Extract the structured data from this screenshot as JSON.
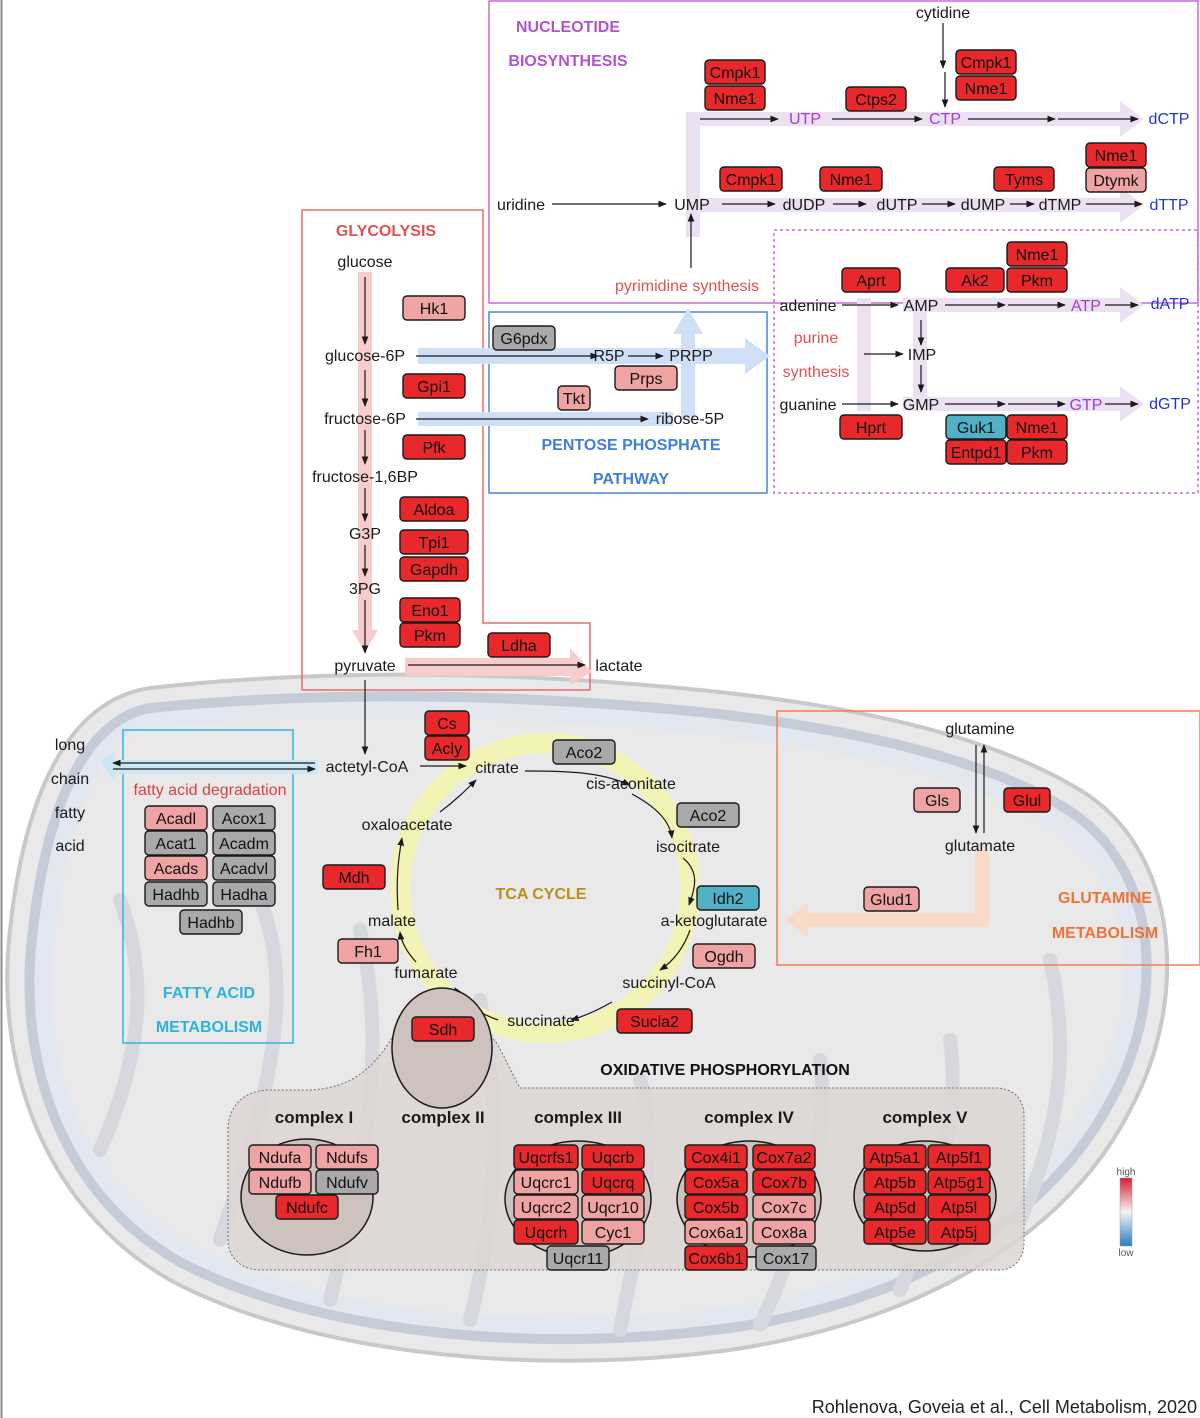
{
  "colors": {
    "high": "#e8282b",
    "mid": "#f0a3a3",
    "none": "#a9a9ab",
    "low": "#4fb0c6",
    "purple": "#a43bd6",
    "blue_text": "#2437c8",
    "glyco_red": "#e05656",
    "ppp_blue": "#3f7fd6",
    "fa_cyan": "#2ab4de",
    "tca_gold": "#b8901a",
    "glut_orange": "#f07238"
  },
  "sections": {
    "nucleotide_1": "NUCLEOTIDE",
    "nucleotide_2": "BIOSYNTHESIS",
    "glycolysis": "GLYCOLYSIS",
    "ppp_1": "PENTOSE PHOSPHATE",
    "ppp_2": "PATHWAY",
    "fatty_1": "FATTY ACID",
    "fatty_2": "METABOLISM",
    "tca": "TCA CYCLE",
    "glutamine_1": "GLUTAMINE",
    "glutamine_2": "METABOLISM",
    "oxphos": "OXIDATIVE PHOSPHORYLATION"
  },
  "complexes": {
    "c1": "complex I",
    "c2": "complex II",
    "c3": "complex III",
    "c4": "complex IV",
    "c5": "complex V"
  },
  "metabolites": {
    "cytidine": "cytidine",
    "UTP": "UTP",
    "CTP": "CTP",
    "dCTP": "dCTP",
    "uridine": "uridine",
    "UMP": "UMP",
    "dUDP": "dUDP",
    "dUTP": "dUTP",
    "dUMP": "dUMP",
    "dTMP": "dTMP",
    "dTTP": "dTTP",
    "pyrimidine_synthesis": "pyrimidine synthesis",
    "adenine": "adenine",
    "AMP": "AMP",
    "ATP": "ATP",
    "dATP": "dATP",
    "purine": "purine",
    "synthesis": "synthesis",
    "IMP": "IMP",
    "guanine": "guanine",
    "GMP": "GMP",
    "GTP": "GTP",
    "dGTP": "dGTP",
    "glucose": "glucose",
    "glucose6P": "glucose-6P",
    "R5P": "R5P",
    "PRPP": "PRPP",
    "fructose6P": "fructose-6P",
    "ribose5P": "ribose-5P",
    "fructose16BP": "fructose-1,6BP",
    "G3P": "G3P",
    "3PG": "3PG",
    "pyruvate": "pyruvate",
    "lactate": "lactate",
    "long": "long",
    "chain": "chain",
    "fatty": "fatty",
    "acid": "acid",
    "acetylCoA": "actetyl-CoA",
    "fatty_acid_degradation": "fatty acid degradation",
    "citrate": "citrate",
    "cisaconitate": "cis-aconitate",
    "oxaloacetate": "oxaloacetate",
    "isocitrate": "isocitrate",
    "malate": "malate",
    "akg": "a-ketoglutarate",
    "fumarate": "fumarate",
    "succinylCoA": "succinyl-CoA",
    "succinate": "succinate",
    "glutamine": "glutamine",
    "glutamate": "glutamate"
  },
  "genes": [
    {
      "t": "Cmpk1",
      "c": "high"
    },
    {
      "t": "Nme1",
      "c": "high"
    },
    {
      "t": "Cmpk1",
      "c": "high"
    },
    {
      "t": "Nme1",
      "c": "high"
    },
    {
      "t": "Ctps2",
      "c": "high"
    },
    {
      "t": "Cmpk1",
      "c": "high"
    },
    {
      "t": "Nme1",
      "c": "high"
    },
    {
      "t": "Tyms",
      "c": "high"
    },
    {
      "t": "Nme1",
      "c": "high"
    },
    {
      "t": "Dtymk",
      "c": "mid"
    },
    {
      "t": "Nme1",
      "c": "high"
    },
    {
      "t": "Aprt",
      "c": "high"
    },
    {
      "t": "Ak2",
      "c": "high"
    },
    {
      "t": "Pkm",
      "c": "high"
    },
    {
      "t": "Hprt",
      "c": "high"
    },
    {
      "t": "Guk1",
      "c": "low"
    },
    {
      "t": "Nme1",
      "c": "high"
    },
    {
      "t": "Entpd1",
      "c": "high"
    },
    {
      "t": "Pkm",
      "c": "high"
    },
    {
      "t": "Hk1",
      "c": "mid"
    },
    {
      "t": "G6pdx",
      "c": "none"
    },
    {
      "t": "Gpi1",
      "c": "high"
    },
    {
      "t": "Prps",
      "c": "mid"
    },
    {
      "t": "Tkt",
      "c": "mid"
    },
    {
      "t": "Pfk",
      "c": "high"
    },
    {
      "t": "Aldoa",
      "c": "high"
    },
    {
      "t": "Tpi1",
      "c": "high"
    },
    {
      "t": "Gapdh",
      "c": "high"
    },
    {
      "t": "Eno1",
      "c": "high"
    },
    {
      "t": "Pkm",
      "c": "high"
    },
    {
      "t": "Ldha",
      "c": "high"
    },
    {
      "t": "Cs",
      "c": "high"
    },
    {
      "t": "Acly",
      "c": "high"
    },
    {
      "t": "Aco2",
      "c": "none"
    },
    {
      "t": "Aco2",
      "c": "none"
    },
    {
      "t": "Acadl",
      "c": "mid"
    },
    {
      "t": "Acox1",
      "c": "none"
    },
    {
      "t": "Acat1",
      "c": "none"
    },
    {
      "t": "Acadm",
      "c": "none"
    },
    {
      "t": "Acads",
      "c": "mid"
    },
    {
      "t": "Acadvl",
      "c": "none"
    },
    {
      "t": "Hadhb",
      "c": "none"
    },
    {
      "t": "Hadha",
      "c": "none"
    },
    {
      "t": "Hadhb",
      "c": "none"
    },
    {
      "t": "Mdh",
      "c": "high"
    },
    {
      "t": "Idh2",
      "c": "low"
    },
    {
      "t": "Fh1",
      "c": "mid"
    },
    {
      "t": "Ogdh",
      "c": "mid"
    },
    {
      "t": "Sdh",
      "c": "high"
    },
    {
      "t": "Sucla2",
      "c": "high"
    },
    {
      "t": "Gls",
      "c": "mid"
    },
    {
      "t": "Glul",
      "c": "high"
    },
    {
      "t": "Glud1",
      "c": "mid"
    },
    {
      "t": "Ndufa",
      "c": "mid"
    },
    {
      "t": "Ndufs",
      "c": "mid"
    },
    {
      "t": "Ndufb",
      "c": "mid"
    },
    {
      "t": "Ndufv",
      "c": "none"
    },
    {
      "t": "Ndufc",
      "c": "high"
    },
    {
      "t": "Uqcrfs1",
      "c": "high"
    },
    {
      "t": "Uqcrb",
      "c": "high"
    },
    {
      "t": "Uqcrc1",
      "c": "mid"
    },
    {
      "t": "Uqcrq",
      "c": "high"
    },
    {
      "t": "Uqcrc2",
      "c": "mid"
    },
    {
      "t": "Uqcr10",
      "c": "mid"
    },
    {
      "t": "Uqcrh",
      "c": "high"
    },
    {
      "t": "Cyc1",
      "c": "mid"
    },
    {
      "t": "Uqcr11",
      "c": "none"
    },
    {
      "t": "Cox4i1",
      "c": "high"
    },
    {
      "t": "Cox7a2",
      "c": "high"
    },
    {
      "t": "Cox5a",
      "c": "high"
    },
    {
      "t": "Cox7b",
      "c": "high"
    },
    {
      "t": "Cox5b",
      "c": "high"
    },
    {
      "t": "Cox7c",
      "c": "mid"
    },
    {
      "t": "Cox6a1",
      "c": "mid"
    },
    {
      "t": "Cox8a",
      "c": "mid"
    },
    {
      "t": "Cox6b1",
      "c": "high"
    },
    {
      "t": "Cox17",
      "c": "none"
    },
    {
      "t": "Atp5a1",
      "c": "high"
    },
    {
      "t": "Atp5f1",
      "c": "high"
    },
    {
      "t": "Atp5b",
      "c": "high"
    },
    {
      "t": "Atp5g1",
      "c": "high"
    },
    {
      "t": "Atp5d",
      "c": "high"
    },
    {
      "t": "Atp5l",
      "c": "high"
    },
    {
      "t": "Atp5e",
      "c": "high"
    },
    {
      "t": "Atp5j",
      "c": "high"
    }
  ],
  "legend": {
    "high": "high",
    "low": "low"
  },
  "citation": "Rohlenova, Goveia et al., Cell Metabolism, 2020"
}
